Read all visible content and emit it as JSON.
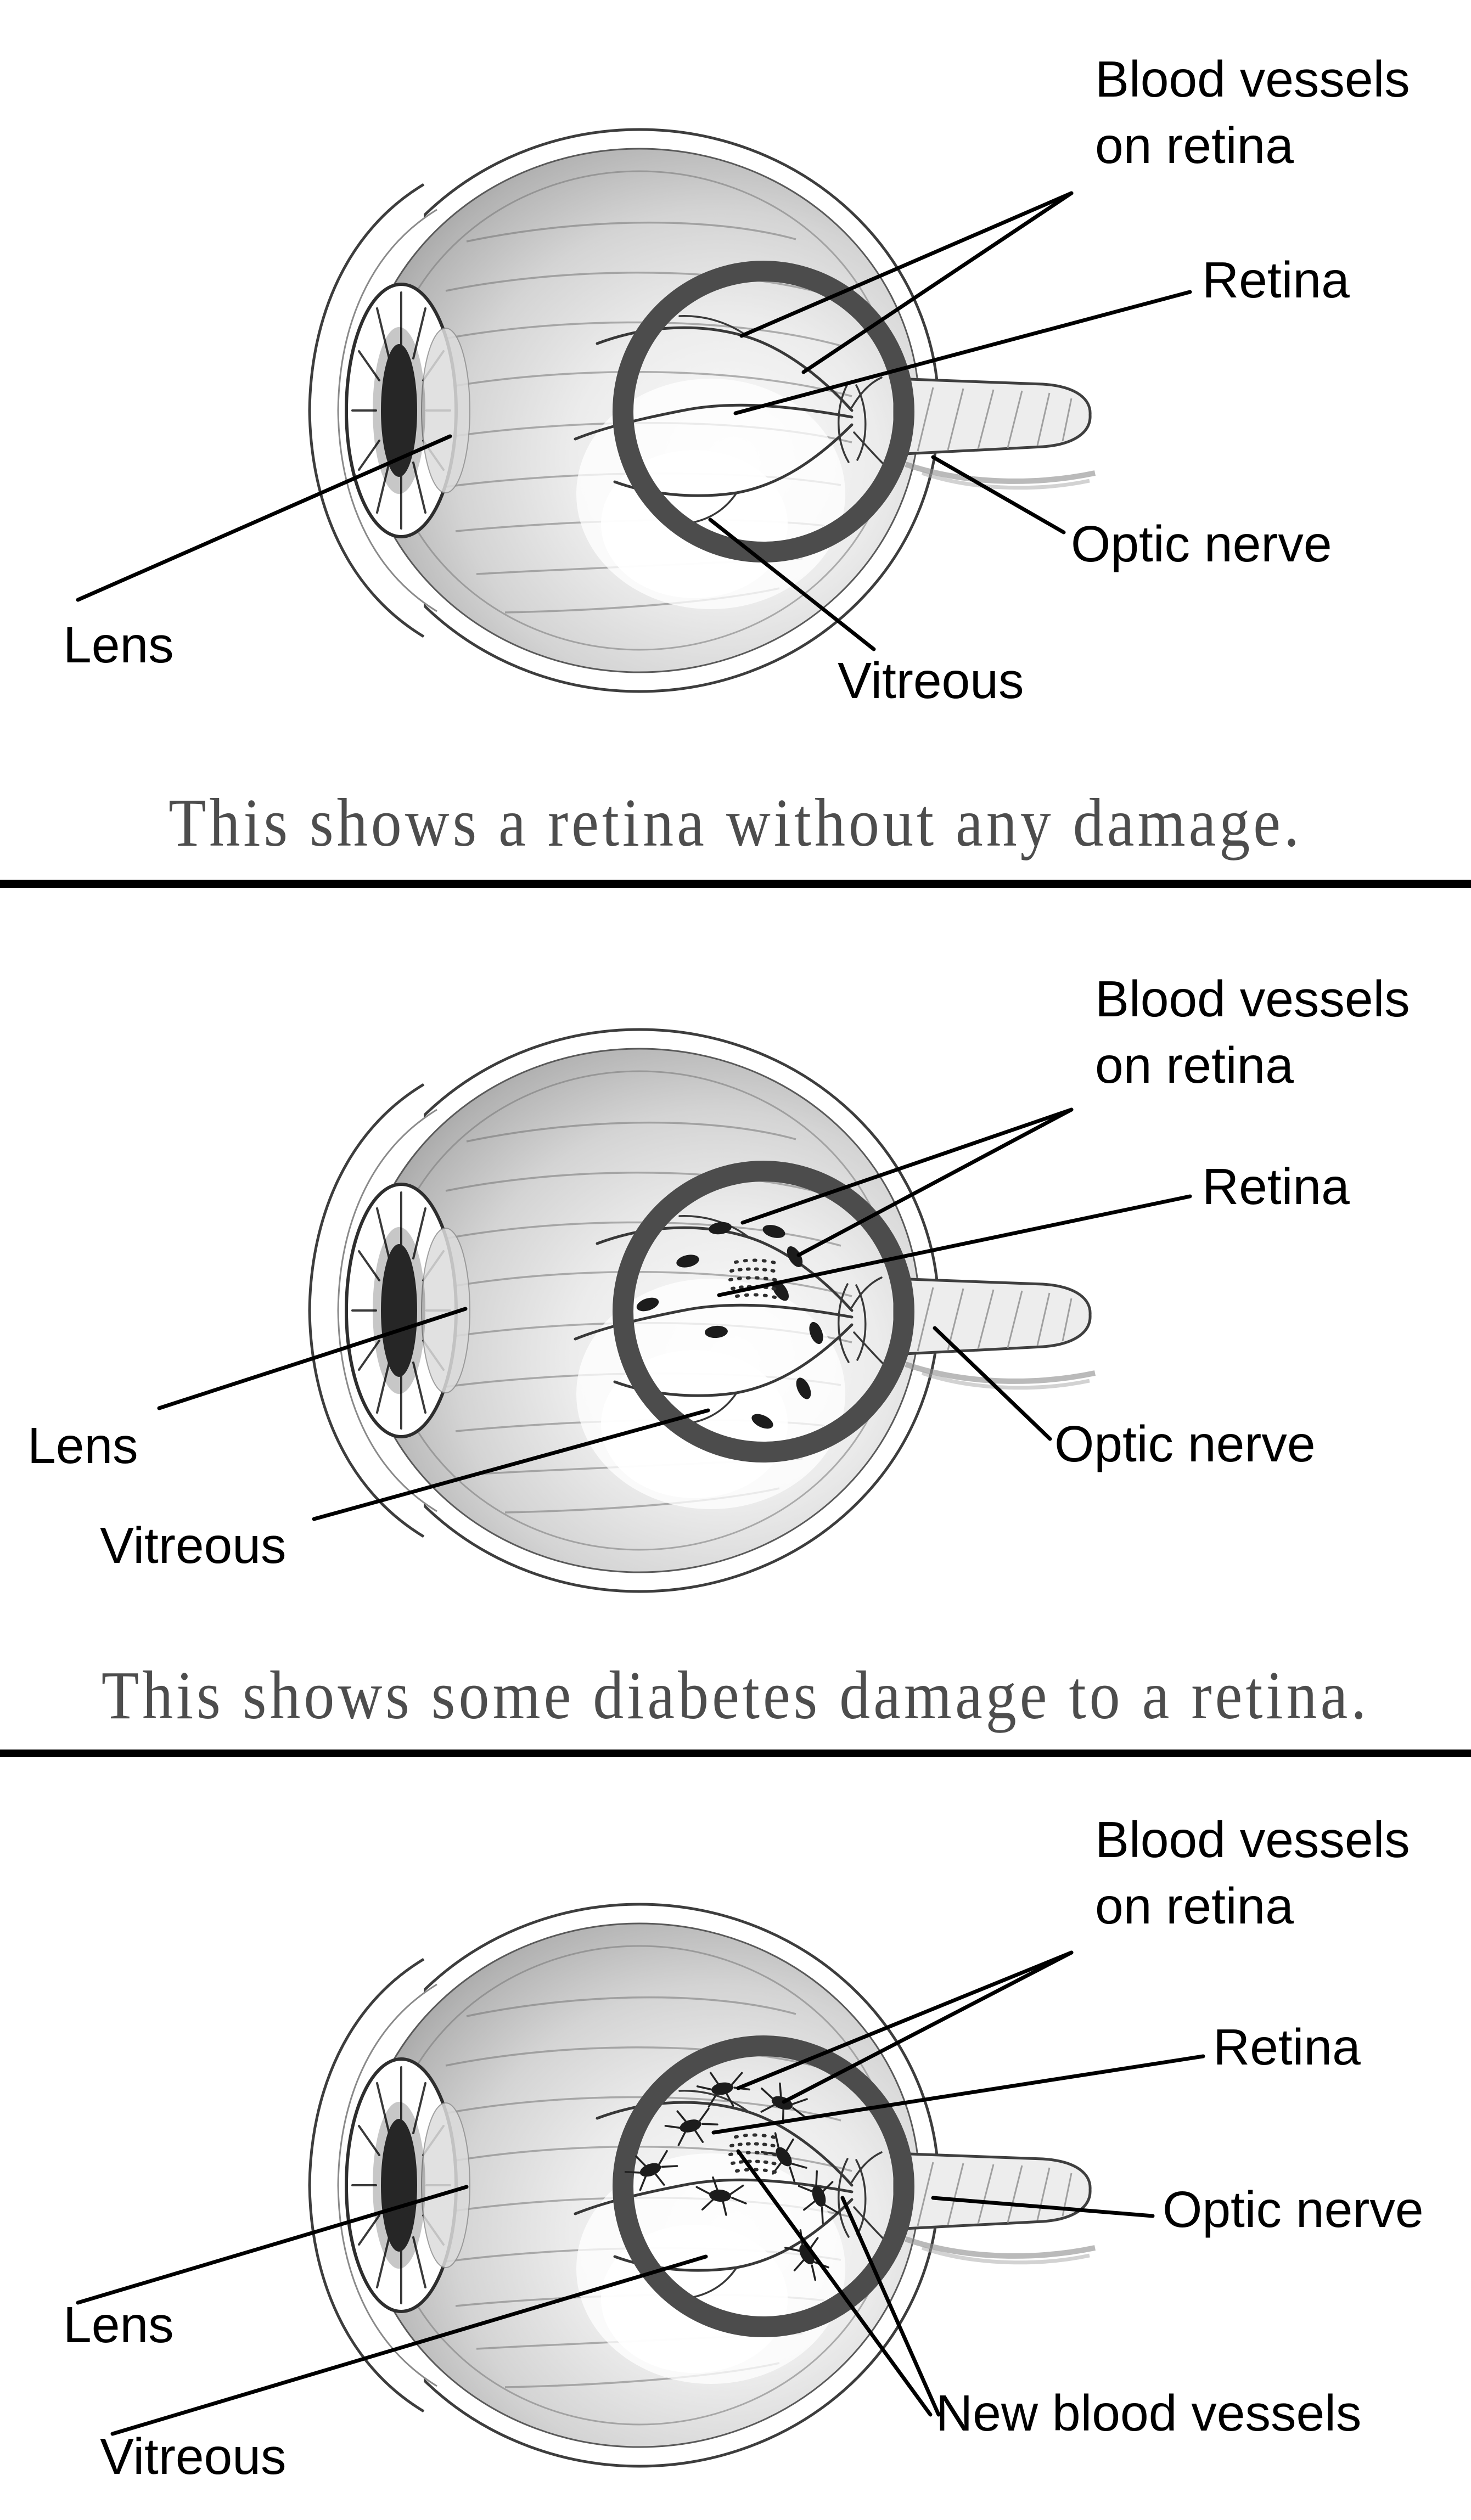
{
  "figure": {
    "subject": "Eye cross-section diagram showing diabetic retinopathy progression",
    "colors": {
      "background": "#ffffff",
      "label_text": "#000000",
      "caption_text": "#4d4d4d",
      "divider": "#000000",
      "magnifier_ring": "#4c4c4c",
      "vessels": "#383838",
      "sketch_outline": "#3d3d3d"
    }
  },
  "panels": [
    {
      "id": "no-damage",
      "labels": {
        "blood_vessels": "Blood vessels\non retina",
        "retina": "Retina",
        "optic_nerve": "Optic nerve",
        "lens": "Lens",
        "vitreous": "Vitreous"
      },
      "caption": "This shows a retina without any damage."
    },
    {
      "id": "some-damage",
      "labels": {
        "blood_vessels": "Blood vessels\non retina",
        "retina": "Retina",
        "optic_nerve": "Optic nerve",
        "lens": "Lens",
        "vitreous": "Vitreous"
      },
      "caption": "This shows some diabetes damage to a retina."
    },
    {
      "id": "new-vessels",
      "labels": {
        "blood_vessels": "Blood vessels\non retina",
        "retina": "Retina",
        "optic_nerve": "Optic nerve",
        "lens": "Lens",
        "vitreous": "Vitreous",
        "new_blood_vessels": "New blood vessels"
      },
      "caption": ""
    }
  ]
}
